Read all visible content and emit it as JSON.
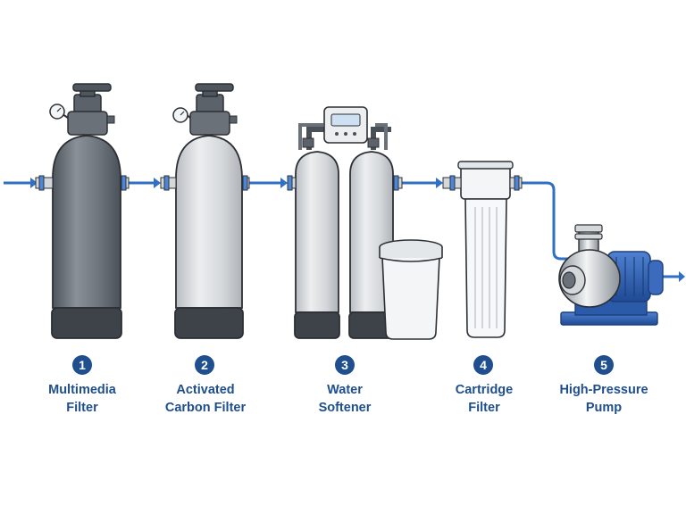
{
  "stages": [
    {
      "number": "1",
      "line1": "Multimedia",
      "line2": "Filter",
      "icon": "multimedia-filter-tank"
    },
    {
      "number": "2",
      "line1": "Activated",
      "line2": "Carbon Filter",
      "icon": "carbon-filter-tank"
    },
    {
      "number": "3",
      "line1": "Water",
      "line2": "Softener",
      "icon": "water-softener"
    },
    {
      "number": "4",
      "line1": "Cartridge",
      "line2": "Filter",
      "icon": "cartridge-filter"
    },
    {
      "number": "5",
      "line1": "High-Pressure",
      "line2": "Pump",
      "icon": "high-pressure-pump"
    }
  ],
  "colors": {
    "flow_pipe": "#2f6fc4",
    "label_text": "#1e4f8c",
    "badge_fill": "#1f4f8f",
    "tank_dark": "#6b7178",
    "tank_light": "#d9dcdf",
    "pump_blue": "#2b5aa8"
  }
}
